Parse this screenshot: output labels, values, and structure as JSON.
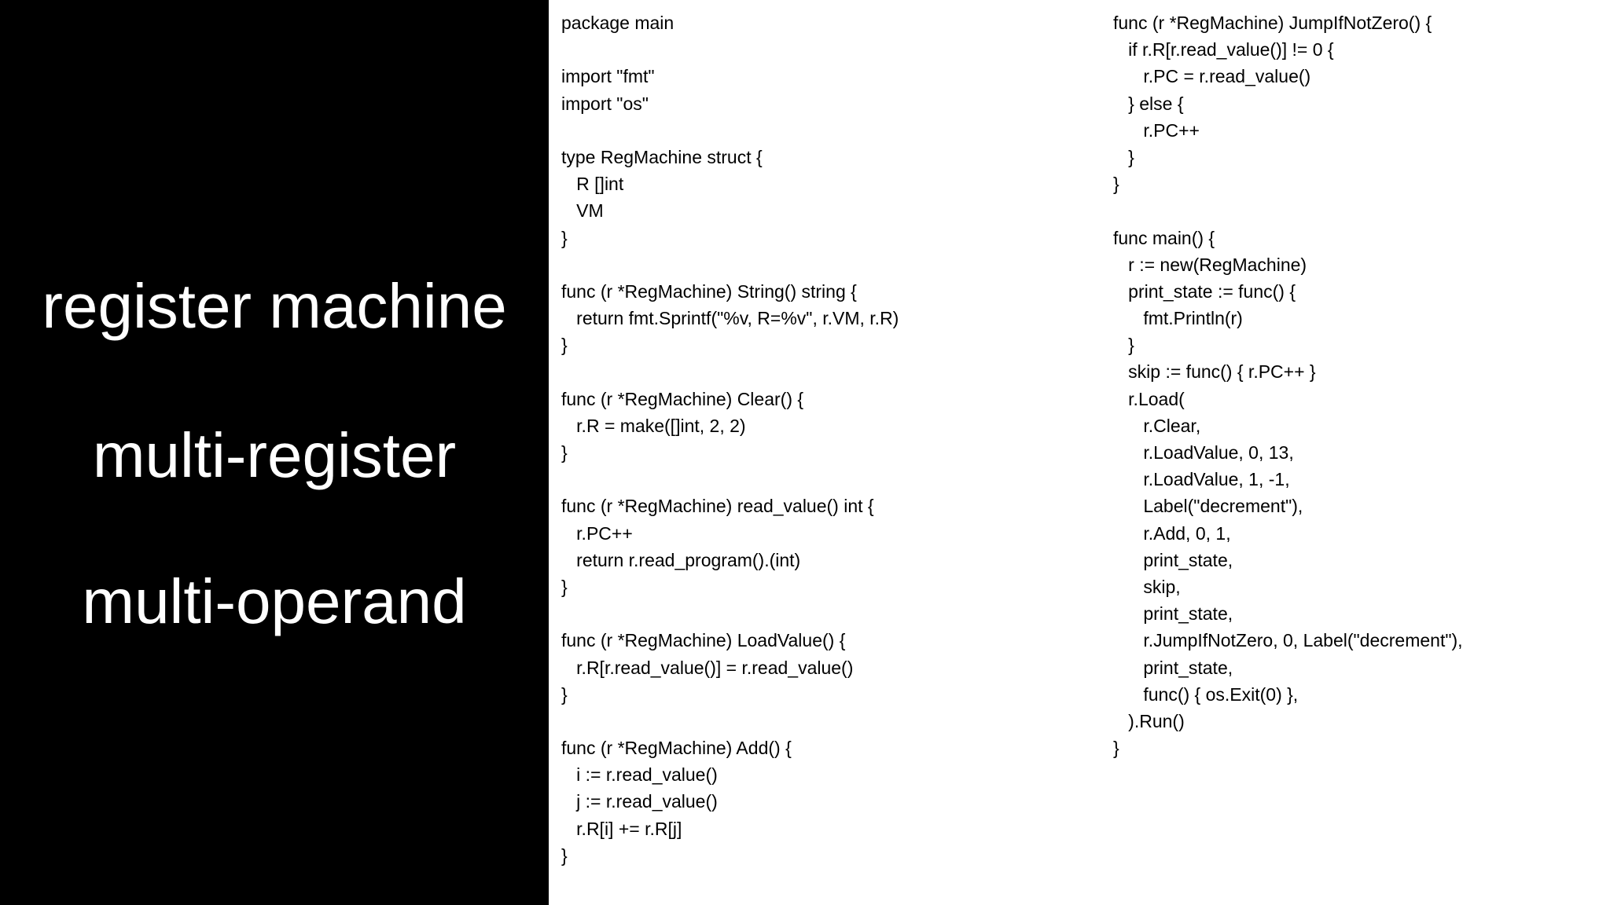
{
  "slide": {
    "headings": [
      "register machine",
      "multi-register",
      "multi-operand"
    ]
  },
  "code": {
    "column_left": [
      "package main",
      "",
      "import \"fmt\"",
      "import \"os\"",
      "",
      "type RegMachine struct {",
      "   R []int",
      "   VM",
      "}",
      "",
      "func (r *RegMachine) String() string {",
      "   return fmt.Sprintf(\"%v, R=%v\", r.VM, r.R)",
      "}",
      "",
      "func (r *RegMachine) Clear() {",
      "   r.R = make([]int, 2, 2)",
      "}",
      "",
      "func (r *RegMachine) read_value() int {",
      "   r.PC++",
      "   return r.read_program().(int)",
      "}",
      "",
      "func (r *RegMachine) LoadValue() {",
      "   r.R[r.read_value()] = r.read_value()",
      "}",
      "",
      "func (r *RegMachine) Add() {",
      "   i := r.read_value()",
      "   j := r.read_value()",
      "   r.R[i] += r.R[j]",
      "}"
    ],
    "column_right": [
      "func (r *RegMachine) JumpIfNotZero() {",
      "   if r.R[r.read_value()] != 0 {",
      "      r.PC = r.read_value()",
      "   } else {",
      "      r.PC++",
      "   }",
      "}",
      "",
      "func main() {",
      "   r := new(RegMachine)",
      "   print_state := func() {",
      "      fmt.Println(r)",
      "   }",
      "   skip := func() { r.PC++ }",
      "   r.Load(",
      "      r.Clear,",
      "      r.LoadValue, 0, 13,",
      "      r.LoadValue, 1, -1,",
      "      Label(\"decrement\"),",
      "      r.Add, 0, 1,",
      "      print_state,",
      "      skip,",
      "      print_state,",
      "      r.JumpIfNotZero, 0, Label(\"decrement\"),",
      "      print_state,",
      "      func() { os.Exit(0) },",
      "   ).Run()",
      "}"
    ]
  }
}
